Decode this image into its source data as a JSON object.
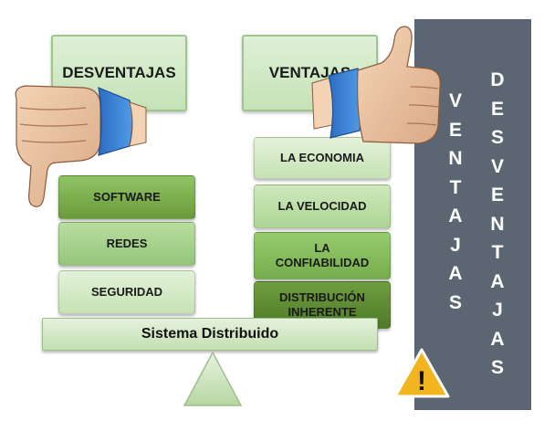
{
  "headers": {
    "disadvantages": "DESVENTAJAS",
    "advantages": "VENTAJAS"
  },
  "disadvantages": [
    "SOFTWARE",
    "REDES",
    "SEGURIDAD"
  ],
  "advantages": [
    "LA ECONOMIA",
    "LA VELOCIDAD",
    "LA CONFIABILIDAD",
    "DISTRIBUCIÓN INHERENTE"
  ],
  "base_label": "Sistema Distribuido",
  "side_panel": {
    "column_1": [
      "V",
      "E",
      "N",
      "T",
      "A",
      "J",
      "A",
      "S"
    ],
    "column_2": [
      "D",
      "E",
      "S",
      "V",
      "E",
      "N",
      "T",
      "A",
      "J",
      "A",
      "S"
    ],
    "warning_symbol": "!"
  },
  "colors": {
    "panel": "#5b6672",
    "green_dark": "#6c9a3a",
    "green_mid": "#a7d08c",
    "green_light": "#d4ebc6",
    "warning": "#f3b51f"
  },
  "icons": [
    "thumbs-down-icon",
    "thumbs-up-icon",
    "warning-icon"
  ]
}
